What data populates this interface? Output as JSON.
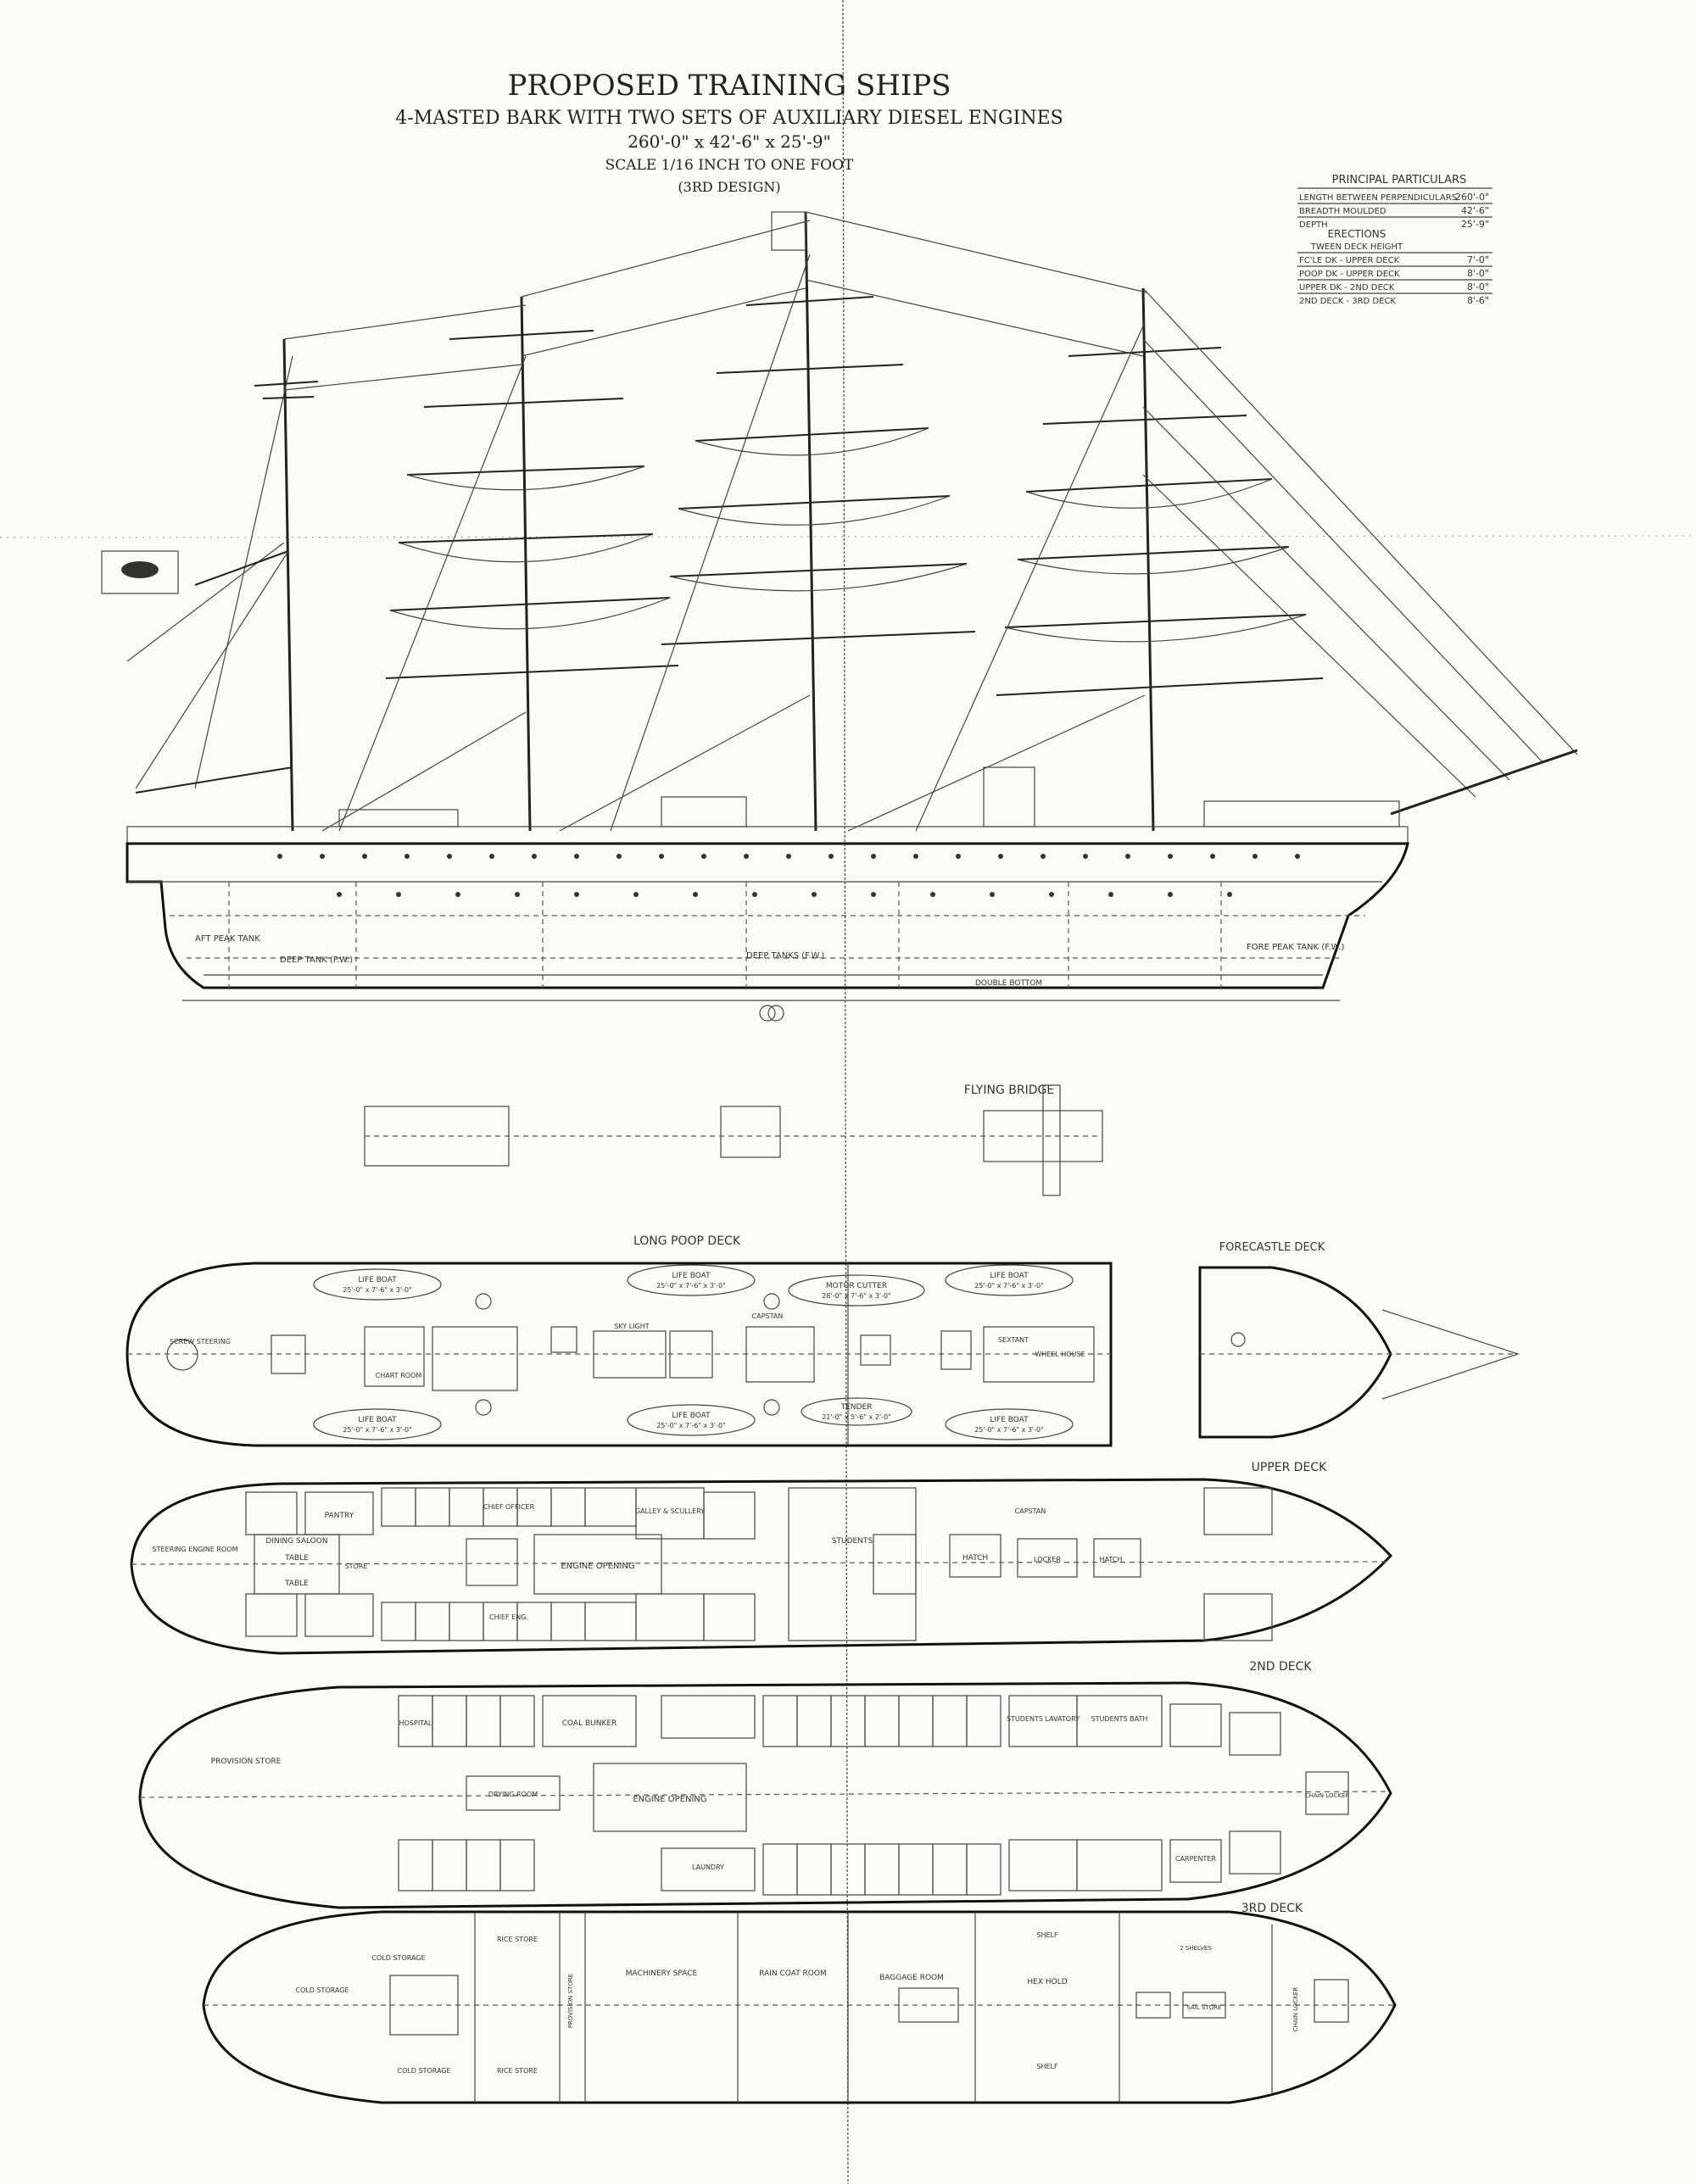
{
  "title": {
    "main": "PROPOSED TRAINING SHIPS",
    "line2": "4-MASTED BARK WITH TWO SETS OF AUXILIARY DIESEL ENGINES",
    "line3": "260'-0\" x 42'-6\" x 25'-9\"",
    "line4": "SCALE 1/16 INCH TO ONE FOOT",
    "line5": "(3RD DESIGN)"
  },
  "particulars": {
    "heading": "PRINCIPAL PARTICULARS",
    "rows": [
      {
        "label": "LENGTH BETWEEN PERPENDICULARS",
        "value": "260'-0\""
      },
      {
        "label": "BREADTH MOULDED",
        "value": "42'-6\""
      },
      {
        "label": "DEPTH",
        "value": "25'-9\""
      }
    ],
    "erections_heading": "ERECTIONS",
    "tween_heading": "TWEEN DECK HEIGHT",
    "erections": [
      {
        "label": "FC'LE DK - UPPER DECK",
        "value": "7'-0\""
      },
      {
        "label": "POOP DK - UPPER DECK",
        "value": "8'-0\""
      },
      {
        "label": "UPPER DK - 2ND DECK",
        "value": "8'-0\""
      },
      {
        "label": "2ND DECK - 3RD DECK",
        "value": "8'-6\""
      }
    ]
  },
  "profile_labels": {
    "aft_peak": "AFT PEAK TANK",
    "deep_tank_aft": "DEEP TANK (F.W.)",
    "deep_tank_mid": "DEEP TANKS (F.W.)",
    "fore_peak": "FORE PEAK TANK (F.W.)",
    "double_bottom": "DOUBLE BOTTOM"
  },
  "deck_titles": {
    "flying_bridge": "FLYING BRIDGE",
    "long_poop": "LONG POOP DECK",
    "forecastle": "FORECASTLE DECK",
    "upper": "UPPER DECK",
    "second": "2ND DECK",
    "third": "3RD DECK"
  },
  "poop_labels": {
    "life_boat": "LIFE BOAT",
    "boat_dims": "25'-0\" x 7'-6\" x 3'-0\"",
    "motor_cutter": "MOTOR CUTTER",
    "motor_dims": "28'-0\" x 7'-6\" x 3'-0\"",
    "tender": "TENDER",
    "tender_dims": "21'-0\" x 5'-6\" x 2'-0\"",
    "capstan": "CAPSTAN",
    "screw_steering": "SCREW STEERING",
    "chart_room": "CHART ROOM",
    "wheel_house": "WHEEL HOUSE",
    "sky_light": "SKY LIGHT",
    "sextant": "SEXTANT"
  },
  "upper_labels": {
    "dining_saloon": "DINING SALOON",
    "table": "TABLE",
    "pantry": "PANTRY",
    "store": "STORE",
    "engine_opening": "ENGINE OPENING",
    "galley": "GALLEY & SCULLERY",
    "students": "STUDENTS",
    "hatch": "HATCH",
    "capstan": "CAPSTAN",
    "steering_engine": "STEERING ENGINE ROOM",
    "chief_eng": "CHIEF ENG.",
    "chief_off": "CHIEF OFFICER",
    "locker": "LOCKER"
  },
  "second_labels": {
    "provision_store": "PROVISION STORE",
    "coal_bunker": "COAL BUNKER",
    "engine_opening": "ENGINE OPENING",
    "drying_room": "DRYING ROOM",
    "students_lavatory": "STUDENTS LAVATORY",
    "students_bath": "STUDENTS BATH",
    "laundry": "LAUNDRY",
    "hospital": "HOSPITAL",
    "chain_locker": "CHAIN LOCKER",
    "carpenter": "CARPENTER"
  },
  "third_labels": {
    "cold_storage": "COLD STORAGE",
    "rice_store": "RICE STORE",
    "provision_store": "PROVISION STORE",
    "machinery_space": "MACHINERY SPACE",
    "rain_coat_room": "RAIN COAT ROOM",
    "baggage_room": "BAGGAGE ROOM",
    "hex_hold": "HEX HOLD",
    "shelf": "SHELF",
    "sail_store": "SAIL STORE",
    "chain_locker": "CHAIN LOCKER",
    "shelves": "2 SHELVES"
  }
}
